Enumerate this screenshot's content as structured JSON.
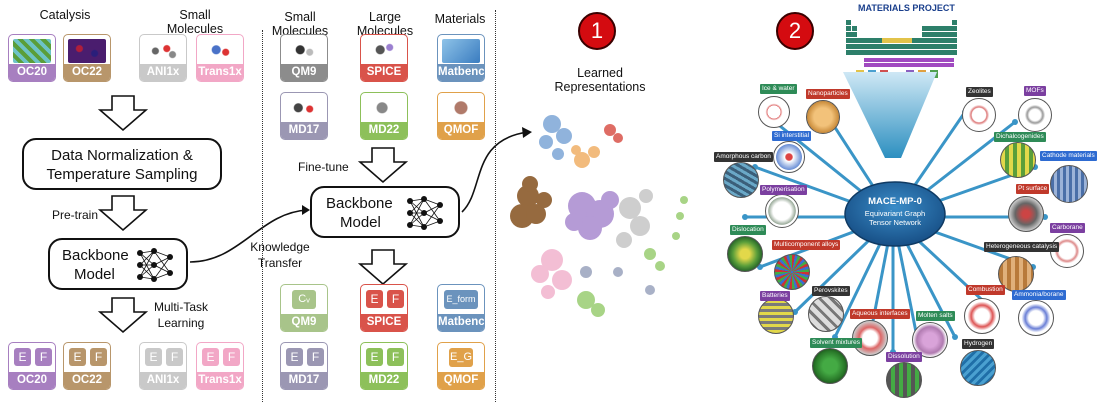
{
  "headers": {
    "catalysis": "Catalysis",
    "small_molecules_left": "Small\nMolecules",
    "small_molecules_mid": "Small\nMolecules",
    "large_molecules": "Large\nMolecules",
    "materials": "Materials",
    "learned_representations": "Learned\nRepresentations",
    "materials_project": "MATERIALS PROJECT"
  },
  "pretrain_datasets": [
    {
      "name": "OC20",
      "color": "#a77fc0"
    },
    {
      "name": "OC22",
      "color": "#b8966b"
    },
    {
      "name": "ANI1x",
      "color": "#c9c9c9"
    },
    {
      "name": "Trans1x",
      "color": "#f2a7c6"
    }
  ],
  "pipeline": {
    "normalization_line1": "Data Normalization &",
    "normalization_line2": "Temperature Sampling",
    "pretrain_label": "Pre-train",
    "backbone_line1": "Backbone",
    "backbone_line2": "Model",
    "multitask_line1": "Multi-Task",
    "multitask_line2": "Learning",
    "knowledge_line1": "Knowledge",
    "knowledge_line2": "Transfer",
    "finetune_label": "Fine-tune"
  },
  "finetune_datasets": [
    {
      "name": "QM9",
      "color": "#8c8c8c"
    },
    {
      "name": "SPICE",
      "color": "#d9534a"
    },
    {
      "name": "Matbench",
      "color": "#6b93bd"
    },
    {
      "name": "MD17",
      "color": "#9b97b3"
    },
    {
      "name": "MD22",
      "color": "#8dc05a"
    },
    {
      "name": "QMOF",
      "color": "#e0a14a"
    }
  ],
  "task_glyphs": {
    "E": "E",
    "F": "F",
    "Cv": "Cᵥ",
    "Eform": "E_form",
    "EG": "E_G"
  },
  "bottom_left_datasets": [
    {
      "name": "OC20",
      "color": "#a77fc0"
    },
    {
      "name": "OC22",
      "color": "#b8966b"
    },
    {
      "name": "ANI1x",
      "color": "#c9c9c9"
    },
    {
      "name": "Trans1x",
      "color": "#f2a7c6"
    }
  ],
  "bottom_mid_datasets": [
    {
      "name": "QM9",
      "color": "#a8c48a"
    },
    {
      "name": "SPICE",
      "color": "#d9534a"
    },
    {
      "name": "Matbench",
      "color": "#6b93bd"
    },
    {
      "name": "MD17",
      "color": "#9b97b3"
    },
    {
      "name": "MD22",
      "color": "#8dc05a"
    },
    {
      "name": "QMOF",
      "color": "#e0a14a"
    }
  ],
  "numbers": {
    "one": "1",
    "two": "2"
  },
  "mace": {
    "line1": "MACE-MP-0",
    "line2": "Equivariant Graph",
    "line3": "Tensor Network"
  },
  "applications": [
    {
      "label": "Ice & water",
      "color": "#2e8b57"
    },
    {
      "label": "Nanoparticles",
      "color": "#c0392b"
    },
    {
      "label": "Zeolites",
      "color": "#333333"
    },
    {
      "label": "MOFs",
      "color": "#7b3fa0"
    },
    {
      "label": "Si interstitial",
      "color": "#2e6bd1"
    },
    {
      "label": "Dichalcogenides",
      "color": "#2e8b57"
    },
    {
      "label": "Amorphous carbon",
      "color": "#333333"
    },
    {
      "label": "Cathode materials",
      "color": "#2e6bd1"
    },
    {
      "label": "Polymerisation",
      "color": "#7b3fa0"
    },
    {
      "label": "Pt surface",
      "color": "#c0392b"
    },
    {
      "label": "Dislocation",
      "color": "#2e8b57"
    },
    {
      "label": "Carborane",
      "color": "#7b3fa0"
    },
    {
      "label": "Multicomponent alloys",
      "color": "#c0392b"
    },
    {
      "label": "Heterogeneous catalysis",
      "color": "#333333"
    },
    {
      "label": "Batteries",
      "color": "#7b3fa0"
    },
    {
      "label": "Perovskites",
      "color": "#333333"
    },
    {
      "label": "Combustion",
      "color": "#c0392b"
    },
    {
      "label": "Ammonia/borane",
      "color": "#2e6bd1"
    },
    {
      "label": "Aqueous interfaces",
      "color": "#c0392b"
    },
    {
      "label": "Molten salts",
      "color": "#2e8b57"
    },
    {
      "label": "Solvent mixtures",
      "color": "#2e8b57"
    },
    {
      "label": "Hydrogen",
      "color": "#333333"
    },
    {
      "label": "Dissolution",
      "color": "#7b3fa0"
    }
  ],
  "colors": {
    "red_circle": "#d40b10",
    "mace_blue": "#1f6fa8",
    "arrow_blue": "#3a95c7"
  }
}
